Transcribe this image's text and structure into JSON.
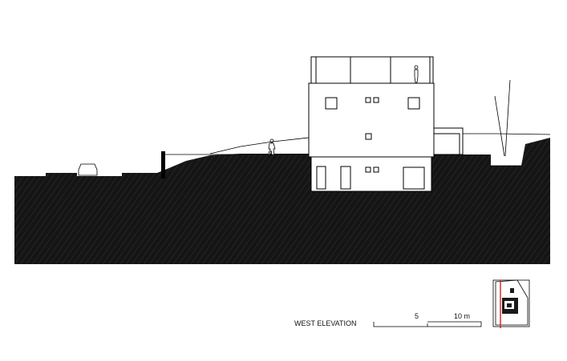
{
  "drawing": {
    "title": "WEST ELEVATION",
    "scale_bar": {
      "mid_label": "5",
      "end_label": "10 m"
    }
  },
  "colors": {
    "ground": "#1a1a1a",
    "line": "#000000",
    "paper": "#ffffff",
    "marker": "#d42020"
  }
}
